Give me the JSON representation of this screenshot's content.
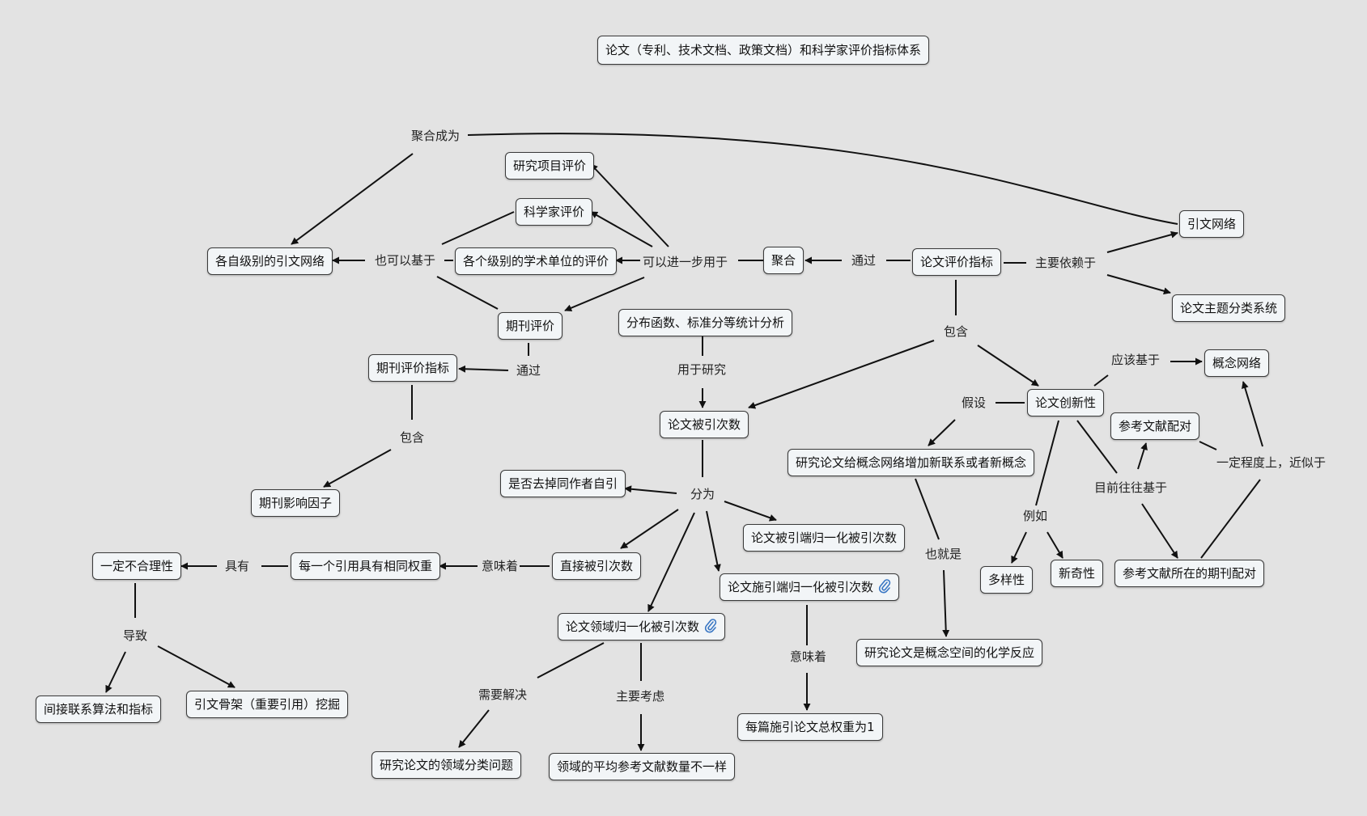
{
  "title": "论文（专利、技术文档、政策文档）和科学家评价指标体系",
  "nodes": {
    "lunwen_zhibiao": "论文评价指标",
    "juhe": "聚合",
    "yinwen_wangluo": "引文网络",
    "zhuti_fenlei": "论文主题分类系统",
    "gejibie_wangluo": "各自级别的引文网络",
    "xiangmu_pingjia": "研究项目评价",
    "kexuejia_pingjia": "科学家评价",
    "danwei_pingjia": "各个级别的学术单位的评价",
    "qikan_pingjia": "期刊评价",
    "qikan_zhibiao": "期刊评价指标",
    "yingxiang_yinzi": "期刊影响因子",
    "tongji_fenxi": "分布函数、标准分等统计分析",
    "beiyin_cishu": "论文被引次数",
    "chuangxinxing": "论文创新性",
    "gainian_wangluo": "概念网络",
    "cankao_peidui": "参考文献配对",
    "qikan_peidui": "参考文献所在的期刊配对",
    "duoyangxing": "多样性",
    "xinqixing": "新奇性",
    "xin_lianxi": "研究论文给概念网络增加新联系或者新概念",
    "huaxue_fanying": "研究论文是概念空间的化学反应",
    "zi_yin": "是否去掉同作者自引",
    "beiyin_guiyi": "论文被引端归一化被引次数",
    "shiyin_guiyi": "论文施引端归一化被引次数",
    "zhijie_beiyin": "直接被引次数",
    "lingyu_guiyi": "论文领域归一化被引次数",
    "zongquanzhong": "每篇施引论文总权重为1",
    "xiangtong_quanzhong": "每一个引用具有相同权重",
    "bu_heli": "一定不合理性",
    "jianjie_lianxi": "间接联系算法和指标",
    "yinwen_gujia": "引文骨架（重要引用）挖掘",
    "fenlei_wenti": "研究论文的领域分类问题",
    "pingjun_cankao": "领域的平均参考文献数量不一样"
  },
  "labels": {
    "juhe_chengwei": "聚合成为",
    "ye_keyi_jiyu": "也可以基于",
    "keyi_jinyibu": "可以进一步用于",
    "tongguo_1": "通过",
    "zhuyao_yilai": "主要依赖于",
    "baohan_1": "包含",
    "yinggai_jiyu": "应该基于",
    "jiashe": "假设",
    "tongguo_2": "通过",
    "baohan_2": "包含",
    "yongyu_yanjiu": "用于研究",
    "fenwei": "分为",
    "yidingchengdu": "一定程度上，近似于",
    "muqian_jiyu": "目前往往基于",
    "liru": "例如",
    "ye_jiushi": "也就是",
    "yiweizhe_1": "意味着",
    "yiweizhe_2": "意味着",
    "juyou": "具有",
    "daozhi": "导致",
    "xuyao_jiejue": "需要解决",
    "zhuyao_kaolv": "主要考虑"
  },
  "icons": {
    "attachment": "paperclip-icon"
  },
  "colors": {
    "background": "#e3e3e3",
    "node_fill": "#f2f5f7",
    "line": "#111111",
    "clip": "#3b78c4"
  }
}
